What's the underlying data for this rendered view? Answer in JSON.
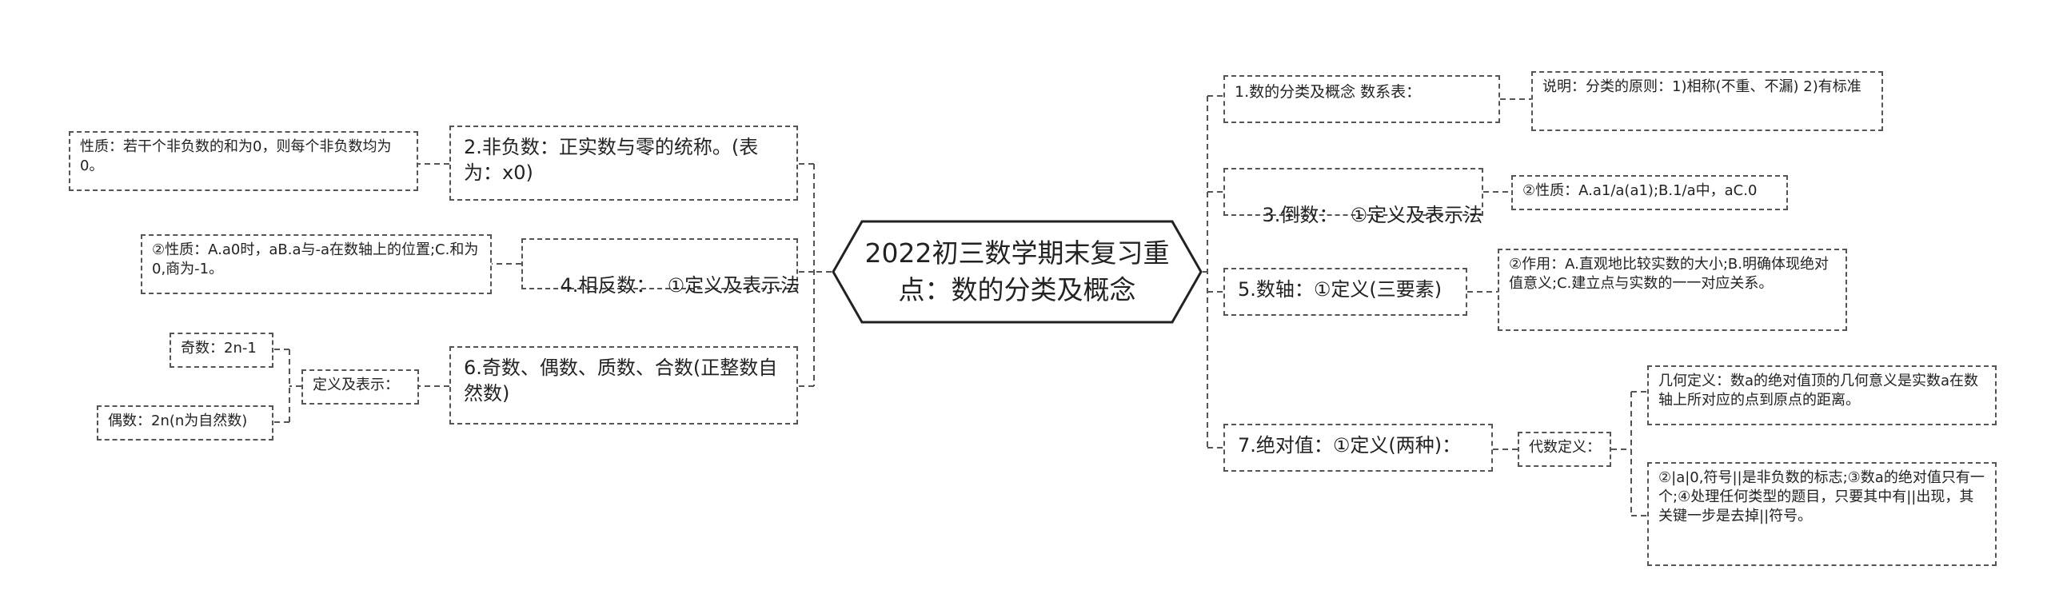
{
  "center": {
    "title": "2022初三数学期末复习重点：数的分类及概念"
  },
  "left": {
    "nonneg": {
      "label": "2.非负数：正实数与零的统称。(表为：x0)",
      "prop": "性质：若干个非负数的和为0，则每个非负数均为0。"
    },
    "opposite": {
      "label": "4.相反数：  ①定义及表示法",
      "prop": "②性质：A.a0时，aB.a与-a在数轴上的位置;C.和为0,商为-1。"
    },
    "odd_even": {
      "label": "6.奇数、偶数、质数、合数(正整数自然数)",
      "def": "定义及表示：",
      "odd": "奇数：2n-1",
      "even": "偶数：2n(n为自然数)"
    }
  },
  "right": {
    "classify": {
      "label": "1.数的分类及概念 数系表：",
      "note": "说明：分类的原则：1)相称(不重、不漏) 2)有标准"
    },
    "reciprocal": {
      "label": "3.倒数：  ①定义及表示法",
      "prop": "②性质：A.a1/a(a1);B.1/a中，aC.0"
    },
    "numberline": {
      "label": "5.数轴：①定义(三要素)",
      "use": "②作用：A.直观地比较实数的大小;B.明确体现绝对值意义;C.建立点与实数的一一对应关系。"
    },
    "absolute": {
      "label": "7.绝对值：①定义(两种)：",
      "alg": "代数定义：",
      "geo": "几何定义：数a的绝对值顶的几何意义是实数a在数轴上所对应的点到原点的距离。",
      "prop": "②|a|0,符号||是非负数的标志;③数a的绝对值只有一个;④处理任何类型的题目，只要其中有||出现，其关键一步是去掉||符号。"
    }
  }
}
